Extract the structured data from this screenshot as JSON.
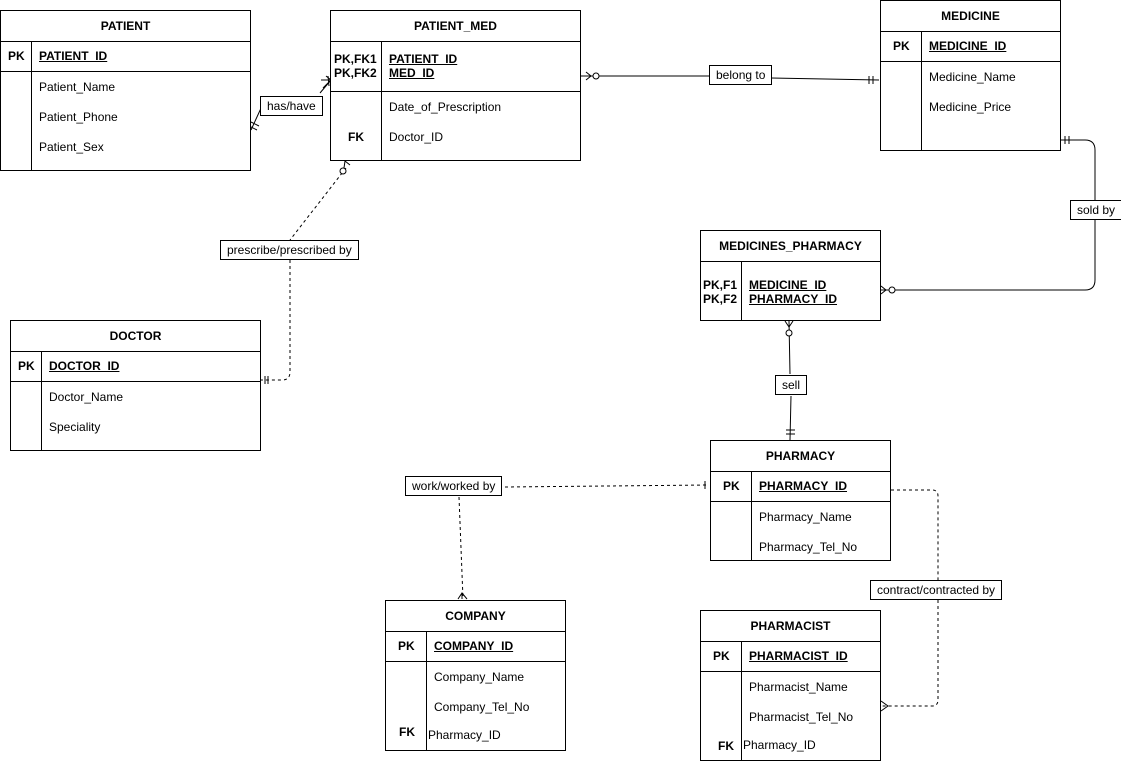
{
  "entities": {
    "patient": {
      "title": "PATIENT",
      "pk_label": "PK",
      "pk": "PATIENT_ID",
      "attrs": [
        "Patient_Name",
        "Patient_Phone",
        "Patient_Sex"
      ]
    },
    "patient_med": {
      "title": "PATIENT_MED",
      "key_labels": [
        "PK,FK1",
        "PK,FK2"
      ],
      "keys": [
        "PATIENT_ID",
        "MED_ID"
      ],
      "fk_label": "FK",
      "attrs": [
        "Date_of_Prescription",
        "Doctor_ID"
      ]
    },
    "medicine": {
      "title": "MEDICINE",
      "pk_label": "PK",
      "pk": "MEDICINE_ID",
      "attrs": [
        "Medicine_Name",
        "Medicine_Price"
      ]
    },
    "medicines_pharmacy": {
      "title": "MEDICINES_PHARMACY",
      "key_labels": [
        "PK,F1",
        "PK,F2"
      ],
      "keys": [
        "MEDICINE_ID",
        "PHARMACY_ID"
      ]
    },
    "doctor": {
      "title": "DOCTOR",
      "pk_label": "PK",
      "pk": "DOCTOR_ID",
      "attrs": [
        "Doctor_Name",
        "Speciality"
      ]
    },
    "pharmacy": {
      "title": "PHARMACY",
      "pk_label": "PK",
      "pk": "PHARMACY_ID",
      "attrs": [
        "Pharmacy_Name",
        "Pharmacy_Tel_No"
      ]
    },
    "company": {
      "title": "COMPANY",
      "pk_label": "PK",
      "pk": "COMPANY_ID",
      "attrs": [
        "Company_Name",
        "Company_Tel_No",
        "Pharmacy_ID"
      ],
      "fk_label": "FK"
    },
    "pharmacist": {
      "title": "PHARMACIST",
      "pk_label": "PK",
      "pk": "PHARMACIST_ID",
      "attrs": [
        "Pharmacist_Name",
        "Pharmacist_Tel_No",
        "Pharmacy_ID"
      ],
      "fk_label": "FK"
    }
  },
  "relationships": {
    "has_have": "has/have",
    "belong_to": "belong to",
    "sold_by": "sold by",
    "prescribe": "prescribe/prescribed by",
    "sell": "sell",
    "work": "work/worked by",
    "contract": "contract/contracted by"
  }
}
